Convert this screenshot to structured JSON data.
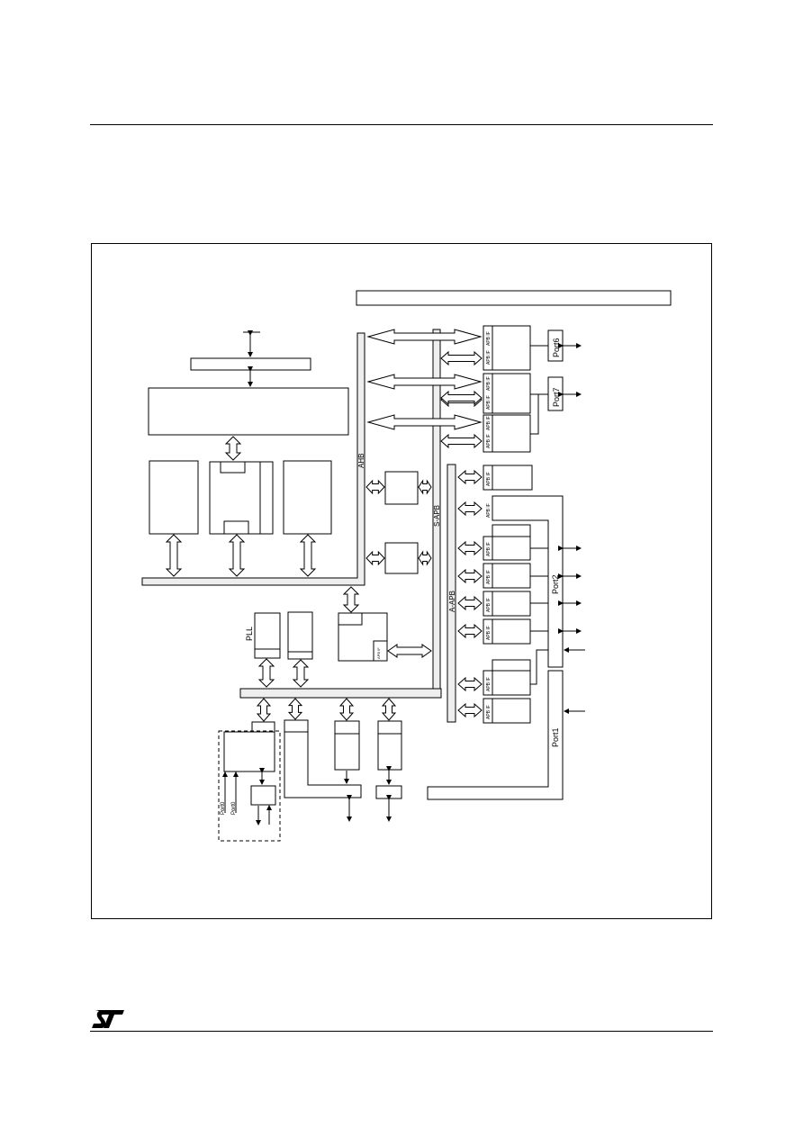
{
  "labels": {
    "ahb": "AHB",
    "sapb": "S-APB",
    "aapb": "A-APB",
    "pll": "PLL",
    "port0": "Port0",
    "port1": "Port1",
    "port2": "Port2",
    "port6": "Port6",
    "port7": "Port7",
    "apb_if": "APB IF"
  },
  "icons": {
    "logo": "st-logo"
  },
  "colors": {
    "line": "#000000",
    "bus_fill": "#eeeeee",
    "background": "#ffffff"
  }
}
